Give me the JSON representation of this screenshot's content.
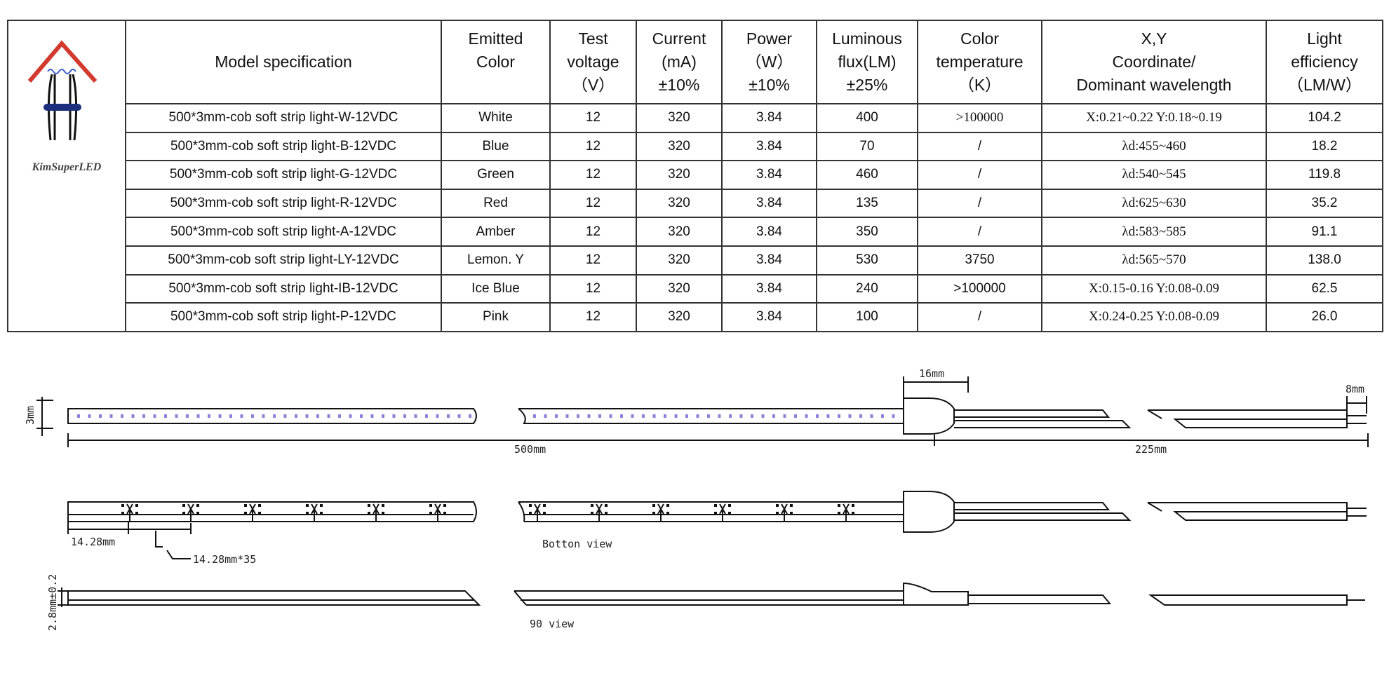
{
  "logo": {
    "brand": "KimSuperLED",
    "colors": {
      "roof": "#d23a2e",
      "bar": "#1c2f7a"
    }
  },
  "table": {
    "headers": [
      [
        "Model specification"
      ],
      [
        "Emitted",
        "Color",
        ""
      ],
      [
        "Test",
        "voltage",
        "（V）"
      ],
      [
        "Current",
        "(mA)",
        "±10%"
      ],
      [
        "Power",
        "（W）",
        "±10%"
      ],
      [
        "Luminous",
        "flux(LM)",
        "±25%"
      ],
      [
        "Color",
        "temperature",
        "（K）"
      ],
      [
        "X,Y",
        "Coordinate/",
        "Dominant wavelength"
      ],
      [
        "Light",
        "efficiency",
        "（LM/W）"
      ]
    ],
    "rows": [
      [
        "500*3mm-cob soft strip light-W-12VDC",
        "White",
        "12",
        "320",
        "3.84",
        "400",
        ">100000",
        "X:0.21~0.22  Y:0.18~0.19",
        "104.2"
      ],
      [
        "500*3mm-cob soft strip light-B-12VDC",
        "Blue",
        "12",
        "320",
        "3.84",
        "70",
        "/",
        "λd:455~460",
        "18.2"
      ],
      [
        "500*3mm-cob soft strip light-G-12VDC",
        "Green",
        "12",
        "320",
        "3.84",
        "460",
        "/",
        "λd:540~545",
        "119.8"
      ],
      [
        "500*3mm-cob soft strip light-R-12VDC",
        "Red",
        "12",
        "320",
        "3.84",
        "135",
        "/",
        "λd:625~630",
        "35.2"
      ],
      [
        "500*3mm-cob soft strip light-A-12VDC",
        "Amber",
        "12",
        "320",
        "3.84",
        "350",
        "/",
        "λd:583~585",
        "91.1"
      ],
      [
        "500*3mm-cob soft strip light-LY-12VDC",
        "Lemon. Y",
        "12",
        "320",
        "3.84",
        "530",
        "3750",
        "λd:565~570",
        "138.0"
      ],
      [
        "500*3mm-cob soft strip light-IB-12VDC",
        "Ice Blue",
        "12",
        "320",
        "3.84",
        "240",
        ">100000",
        "X:0.15-0.16  Y:0.08-0.09",
        "62.5"
      ],
      [
        "500*3mm-cob soft strip light-P-12VDC",
        "Pink",
        "12",
        "320",
        "3.84",
        "100",
        "/",
        "X:0.24-0.25  Y:0.08-0.09",
        "26.0"
      ]
    ]
  },
  "drawing": {
    "led_color": "#8a84d8",
    "labels": {
      "width": "3mm",
      "length": "500mm",
      "connector": "16mm",
      "lead": "225mm",
      "strip_end": "8mm",
      "pitch": "14.28mm",
      "pitch_count": "14.28mm*35",
      "bottom_view": "Botton view",
      "thickness": "2.8mm±0.2",
      "side_view": "90 view"
    }
  }
}
